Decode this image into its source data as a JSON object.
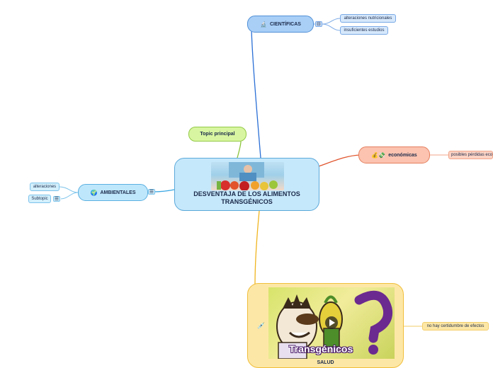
{
  "central": {
    "title": "DESVENTAJA DE LOS ALIMENTOS TRANSGÉNICOS"
  },
  "topic_principal": {
    "label": "Topic principal"
  },
  "cientificas": {
    "label": "CIENTÍFICAS",
    "icon": "microscope-icon",
    "children": [
      "alteraciones nutricionales",
      "insuficientes estudios"
    ]
  },
  "economicas": {
    "label": "económicas",
    "icon": "money-icon",
    "children": [
      "posibles pérdidas eco"
    ]
  },
  "ambientales": {
    "label": "AMBIENTALES",
    "icon": "earth-icon",
    "children": [
      "alteraciones",
      "Subtopic"
    ]
  },
  "salud": {
    "label": "SALUD",
    "video_title": "Transgénicos",
    "children": [
      "no hay certidumbre de efectos"
    ]
  },
  "colors": {
    "cientificas": "#2a6fd6",
    "economicas": "#e0552e",
    "ambientales": "#3aa7e3",
    "salud": "#f0b51f",
    "topic": "#8cc43b"
  }
}
